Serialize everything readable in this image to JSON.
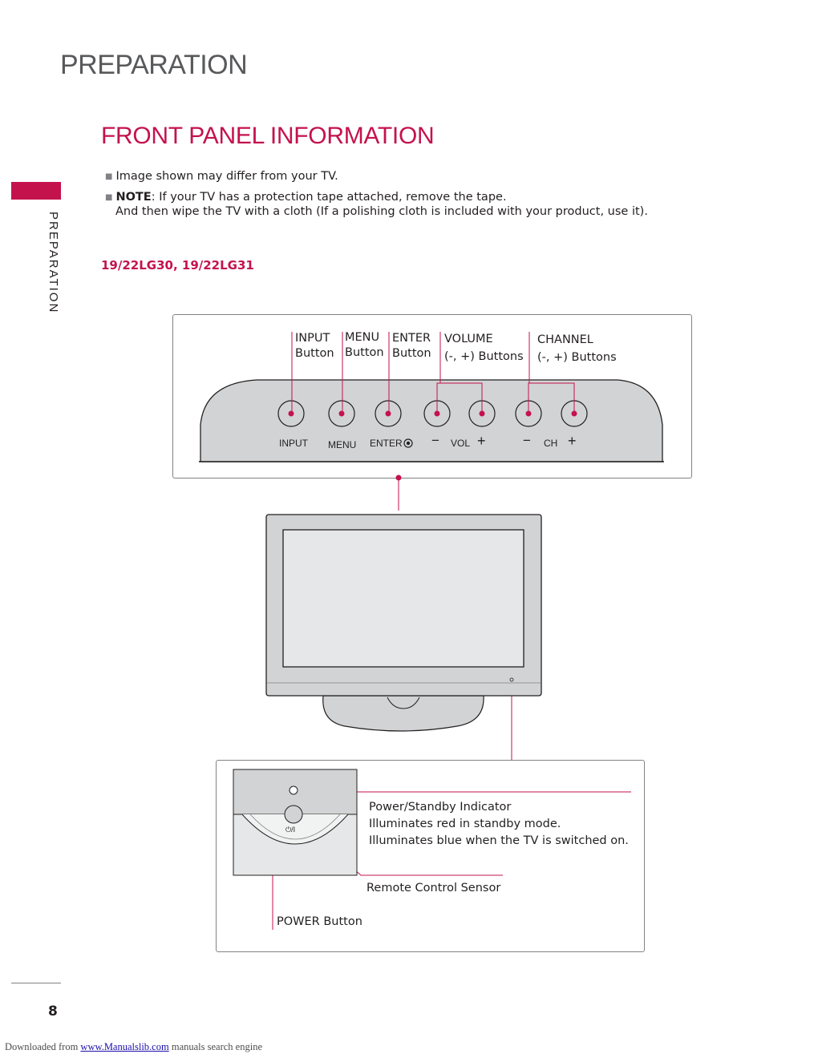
{
  "header": {
    "title": "PREPARATION"
  },
  "side_tab": {
    "label": "PREPARATION"
  },
  "section": {
    "title": "FRONT PANEL INFORMATION"
  },
  "notes": {
    "note1": "Image shown may differ from your TV.",
    "note2_bold": "NOTE",
    "note2_rest": ": If your TV has a protection tape attached, remove the tape.",
    "note2_line2": "And then wipe the TV with a cloth (If a polishing cloth is included with your product, use it)."
  },
  "model": {
    "label": "19/22LG30, 19/22LG31"
  },
  "top_callouts": {
    "input_title": "INPUT",
    "input_sub": "Button",
    "menu_title": "MENU",
    "menu_sub": "Button",
    "enter_title": "ENTER",
    "enter_sub": "Button",
    "volume_title": "VOLUME",
    "volume_sub": "(-, +) Buttons",
    "channel_title": "CHANNEL",
    "channel_sub": "(-, +) Buttons"
  },
  "panel_labels": {
    "input": "INPUT",
    "menu": "MENU",
    "enter": "ENTER",
    "vol": "VOL",
    "ch": "CH",
    "minus": "−",
    "plus": "+"
  },
  "bottom_callouts": {
    "indicator_title": "Power/Standby Indicator",
    "indicator_line1": "Illuminates red in standby mode.",
    "indicator_line2": "Illuminates blue when the TV is switched on.",
    "sensor": "Remote Control Sensor",
    "power": "POWER Button",
    "power_symbol": "⏻/I"
  },
  "page_number": "8",
  "footer": {
    "prefix": "Downloaded from ",
    "link": "www.Manualslib.com",
    "suffix": "  manuals search engine"
  },
  "colors": {
    "accent": "#c4124d",
    "text": "#231f20",
    "gray": "#58595b",
    "panel": "#d1d3d4"
  }
}
